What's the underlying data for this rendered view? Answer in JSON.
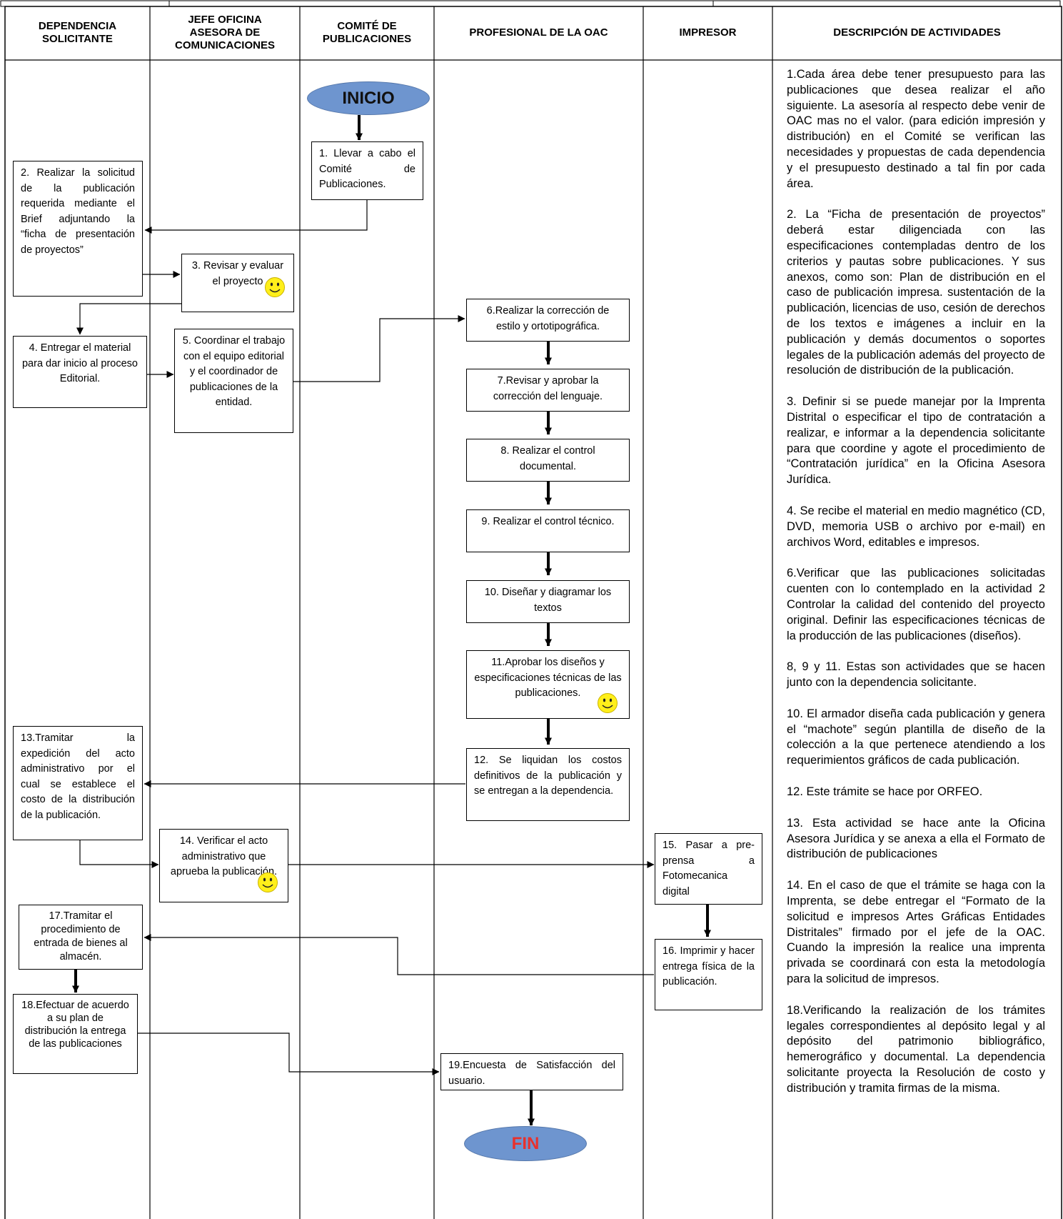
{
  "headers": [
    {
      "id": "dep",
      "label": "DEPENDENCIA\nSOLICITANTE"
    },
    {
      "id": "jefe",
      "label": "JEFE OFICINA\nASESORA DE\nCOMUNICACIONES"
    },
    {
      "id": "comite",
      "label": "COMITÉ DE\nPUBLICACIONES"
    },
    {
      "id": "prof",
      "label": "PROFESIONAL DE LA OAC"
    },
    {
      "id": "imp",
      "label": "IMPRESOR"
    },
    {
      "id": "desc",
      "label": "DESCRIPCIÓN DE ACTIVIDADES"
    }
  ],
  "terminals": {
    "start": "INICIO",
    "end": "FIN"
  },
  "steps": {
    "s1": "1. Llevar a cabo el Comité de Publicaciones.",
    "s2": "2. Realizar la solicitud de la publicación requerida mediante el Brief adjuntando la “ficha de presentación de proyectos”",
    "s3": "3. Revisar y evaluar el proyecto",
    "s4": "4. Entregar el material para dar inicio al proceso Editorial.",
    "s5": "5. Coordinar el trabajo con el equipo editorial y el coordinador de publicaciones de la entidad.",
    "s6": "6.Realizar la corrección de estilo y ortotipográfica.",
    "s7": "7.Revisar y aprobar la corrección del lenguaje.",
    "s8": "8. Realizar el control documental.",
    "s9": "9. Realizar el control técnico.",
    "s10": "10. Diseñar y diagramar los textos",
    "s11": "11.Aprobar los diseños y especificaciones técnicas de las publicaciones.",
    "s12": "12. Se liquidan los costos definitivos de la publicación y se entregan a la dependencia.",
    "s13": "13.Tramitar la expedición del acto administrativo por el cual se establece el costo de la distribución de la publicación.",
    "s14": "14. Verificar el acto administrativo que aprueba la publicación.",
    "s15": "15. Pasar a pre-prensa a Fotomecanica digital",
    "s16": "16. Imprimir y hacer entrega física de la publicación.",
    "s17": "17.Tramitar el procedimiento de entrada de bienes al almacén.",
    "s18": "18.Efectuar de acuerdo a su plan de distribución la entrega de las publicaciones",
    "s19": "19.Encuesta de Satisfacción del usuario."
  },
  "descriptions": [
    "1.Cada área debe tener presupuesto para las publicaciones que desea realizar el año siguiente. La asesoría al respecto debe venir de OAC mas no el valor. (para edición impresión y distribución) en el Comité se verifican las necesidades y propuestas de cada dependencia y el presupuesto destinado a tal fin por cada área.",
    "2. La “Ficha de presentación de proyectos” deberá estar diligenciada con las especificaciones contempladas dentro de los criterios y pautas sobre publicaciones. Y sus anexos, como son: Plan de distribución en el caso de publicación impresa. sustentación de la publicación, licencias de uso, cesión de derechos de los textos e imágenes a incluir en la publicación y demás documentos o soportes legales de la publicación además del proyecto de resolución de distribución de la publicación.",
    "3. Definir si se puede manejar por la Imprenta Distrital o especificar el tipo de contratación a realizar, e informar a la dependencia solicitante para que coordine y agote el procedimiento de “Contratación jurídica” en la Oficina Asesora Jurídica.",
    "4. Se recibe el material en medio magnético (CD, DVD, memoria USB o archivo por e-mail) en archivos Word, editables e impresos.",
    "6.Verificar que las publicaciones solicitadas cuenten con lo contemplado en la actividad 2 Controlar la calidad del contenido del proyecto original. Definir las especificaciones técnicas de la producción de las publicaciones (diseños).",
    "8, 9 y 11. Estas son actividades que se hacen junto con la dependencia solicitante.",
    "10. El armador diseña cada publicación y genera el “machote” según plantilla de diseño de la colección a la que pertenece atendiendo a los requerimientos gráficos de cada publicación.",
    "12. Este trámite se hace por ORFEO.",
    "13. Esta actividad se hace ante la Oficina Asesora Jurídica y se anexa a ella el Formato de distribución de publicaciones",
    "14. En el caso de que el trámite se haga con la Imprenta, se debe entregar el “Formato de la solicitud e impresos Artes Gráficas Entidades Distritales” firmado por el jefe de la OAC. Cuando la impresión la realice una imprenta privada se coordinará con esta la metodología para la solicitud de impresos.",
    "18.Verificando la realización de los trámites legales correspondientes al depósito legal y al depósito del patrimonio bibliográfico, hemerográfico y documental. La dependencia solicitante proyecta la Resolución de costo y distribución y tramita firmas de la misma."
  ],
  "colors": {
    "terminal_fill": "#6e95cf",
    "end_text": "#e8312c",
    "smiley_fill": "#ffef1a"
  }
}
